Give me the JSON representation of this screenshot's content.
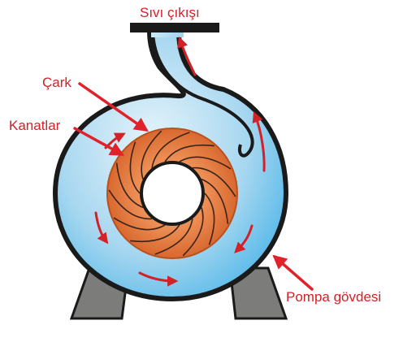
{
  "labels": {
    "outlet": "Sıvı çıkışı",
    "impeller": "Çark",
    "blades": "Kanatlar",
    "casing": "Pompa gövdesi"
  },
  "colors": {
    "label_red": "#d42027",
    "casing_fill": "#bfe2f5",
    "casing_inner_fill": "#3aaee6",
    "casing_outline": "#1a1a1a",
    "impeller_fill": "#e8834a",
    "blade_line": "#3a2418",
    "support_fill": "#7c7c7a",
    "flow_arrow": "#d42027"
  },
  "icons": {
    "flow": "flow-arrow-icon",
    "pointer": "pointer-arrow-icon"
  }
}
